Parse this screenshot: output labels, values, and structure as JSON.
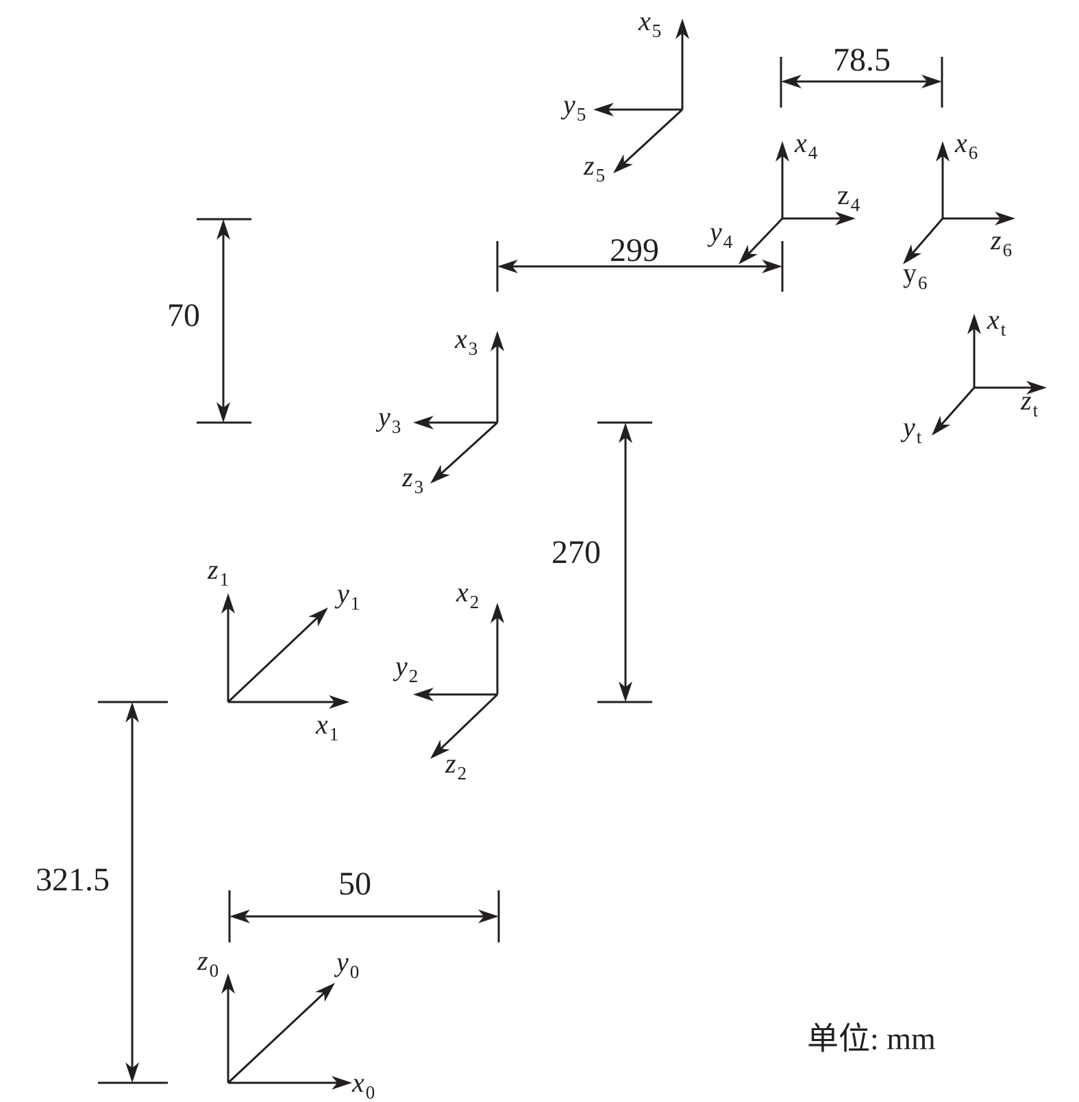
{
  "frames": [
    {
      "name": "frame-0",
      "axes": [
        {
          "label": "z",
          "sub": "0",
          "italic": true
        },
        {
          "label": "y",
          "sub": "0",
          "italic": true
        },
        {
          "label": "x",
          "sub": "0",
          "italic": true
        }
      ]
    },
    {
      "name": "frame-1",
      "axes": [
        {
          "label": "z",
          "sub": "1",
          "italic": true
        },
        {
          "label": "y",
          "sub": "1",
          "italic": true
        },
        {
          "label": "x",
          "sub": "1",
          "italic": true
        }
      ]
    },
    {
      "name": "frame-2",
      "axes": [
        {
          "label": "x",
          "sub": "2",
          "italic": true
        },
        {
          "label": "y",
          "sub": "2",
          "italic": true
        },
        {
          "label": "z",
          "sub": "2",
          "italic": true
        }
      ]
    },
    {
      "name": "frame-3",
      "axes": [
        {
          "label": "x",
          "sub": "3",
          "italic": true
        },
        {
          "label": "y",
          "sub": "3",
          "italic": true
        },
        {
          "label": "z",
          "sub": "3",
          "italic": true
        }
      ]
    },
    {
      "name": "frame-4",
      "axes": [
        {
          "label": "x",
          "sub": "4",
          "italic": true
        },
        {
          "label": "z",
          "sub": "4",
          "italic": false
        },
        {
          "label": "y",
          "sub": "4",
          "italic": true
        }
      ]
    },
    {
      "name": "frame-5",
      "axes": [
        {
          "label": "x",
          "sub": "5",
          "italic": true
        },
        {
          "label": "y",
          "sub": "5",
          "italic": true
        },
        {
          "label": "z",
          "sub": "5",
          "italic": true
        }
      ]
    },
    {
      "name": "frame-6",
      "axes": [
        {
          "label": "x",
          "sub": "6",
          "italic": true
        },
        {
          "label": "z",
          "sub": "6",
          "italic": true
        },
        {
          "label": "y",
          "sub": "6",
          "italic": false
        }
      ]
    },
    {
      "name": "frame-t",
      "axes": [
        {
          "label": "x",
          "sub": "t",
          "italic": true
        },
        {
          "label": "z",
          "sub": "t",
          "italic": true
        },
        {
          "label": "y",
          "sub": "t",
          "italic": true
        }
      ]
    }
  ],
  "dimensions": [
    {
      "name": "dim-321-5",
      "value": "321.5"
    },
    {
      "name": "dim-50",
      "value": "50"
    },
    {
      "name": "dim-270",
      "value": "270"
    },
    {
      "name": "dim-70",
      "value": "70"
    },
    {
      "name": "dim-299",
      "value": "299"
    },
    {
      "name": "dim-78-5",
      "value": "78.5"
    }
  ],
  "unit_label": "单位: mm"
}
